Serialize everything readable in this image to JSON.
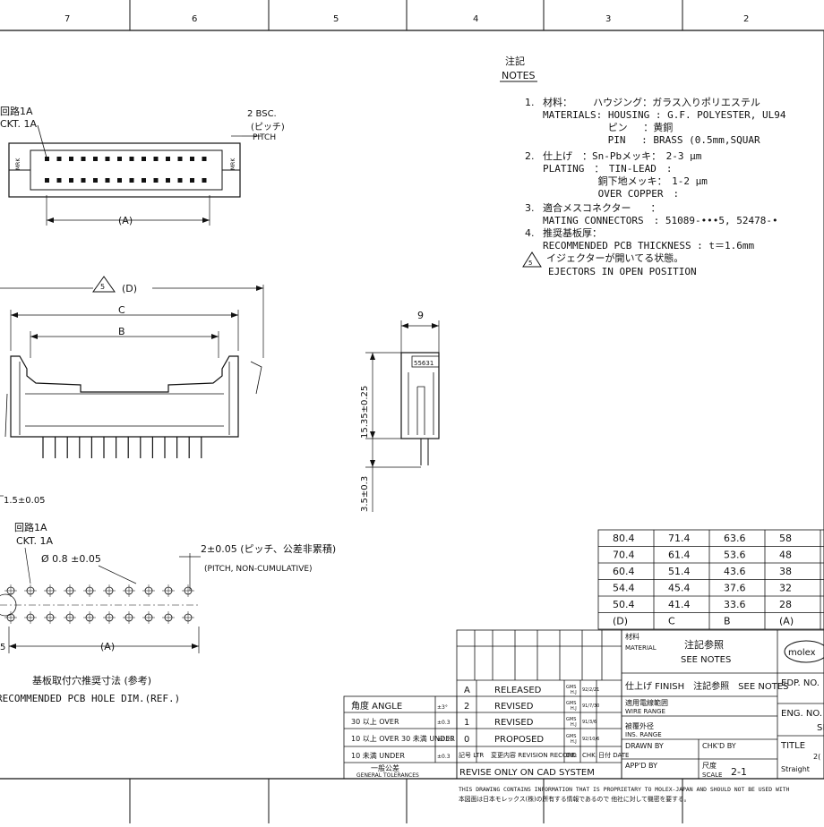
{
  "border": {
    "top_zones": [
      "7",
      "6",
      "5",
      "4",
      "3",
      "2"
    ]
  },
  "notes": {
    "title_jp": "注記",
    "title_en": "NOTES",
    "items": [
      {
        "num": "1.",
        "lines": [
          "材料：　　 ハウジング：ガラス入りポリエステル",
          "MATERIALS: HOUSING : G.F. POLYESTER, UL94",
          "　　　　　　 ピン　 ：黄銅",
          "　　　　　　 PIN　 : BRASS (0.5mm,SQUAR"
        ]
      },
      {
        "num": "2.",
        "lines": [
          "仕上げ　：Sn-Pbメッキ：　2-3 μm",
          "PLATING　：　TIN-LEAD　:",
          "　　　　　 銅下地メッキ：　1-2 μm",
          "　　　　　 OVER COPPER　:"
        ]
      },
      {
        "num": "3.",
        "lines": [
          "適合メスコネクター　　：",
          "MATING CONNECTORS　: 51089-•••5, 52478-•"
        ]
      },
      {
        "num": "4.",
        "lines": [
          "推奨基板厚：",
          "RECOMMENDED PCB THICKNESS : t＝1.6mm"
        ]
      }
    ],
    "ejector_note_num": "5",
    "ejector_lines": [
      "イジェクターが開いてる状態。",
      "EJECTORS IN OPEN POSITION"
    ]
  },
  "top_view": {
    "circuit_jp": "回路1A",
    "circuit_en": "CKT. 1A",
    "pitch_value": "2 BSC.",
    "pitch_jp": "(ピッチ)",
    "pitch_en": "PITCH",
    "dim_a": "(A)",
    "side_mark_left": "MRK",
    "side_mark_right": "MRK"
  },
  "front_view": {
    "note_ref": "5",
    "dim_d": "(D)",
    "dim_c": "C",
    "dim_b": "B",
    "pin_count": 14
  },
  "side_view": {
    "width": "9",
    "height": "15.35±0.25",
    "tail": "3.5±0.3",
    "label": "55631"
  },
  "pcb_view": {
    "top_dim": "1.5±0.05",
    "circuit_jp": "回路1A",
    "circuit_en": "CKT. 1A",
    "hole": "Ø 0.8 ±0.05",
    "pitch_jp": "2±0.05 (ピッチ、公差非累積)",
    "pitch_en": "(PITCH, NON-CUMULATIVE)",
    "dim_a": "(A)",
    "left_dim": "5",
    "caption_jp": "基板取付穴推奨寸法 (参考)",
    "caption_en": "RECOMMENDED PCB HOLE DIM.(REF.)"
  },
  "dim_table": {
    "rows": [
      [
        "80.4",
        "71.4",
        "63.6",
        "58"
      ],
      [
        "70.4",
        "61.4",
        "53.6",
        "48"
      ],
      [
        "60.4",
        "51.4",
        "43.6",
        "38"
      ],
      [
        "54.4",
        "45.4",
        "37.6",
        "32"
      ],
      [
        "50.4",
        "41.4",
        "33.6",
        "28"
      ]
    ],
    "header": [
      "(D)",
      "C",
      "B",
      "(A)"
    ]
  },
  "tolerances": {
    "angle_label": "角度 ANGLE",
    "angle_val": "±3°",
    "rows": [
      {
        "label": "30 以上 OVER",
        "val": "±0.3"
      },
      {
        "label": "10 以上 OVER 30 未満 UNDER",
        "val": "±0.25"
      },
      {
        "label": "10 未満 UNDER",
        "val": "±0.3"
      }
    ],
    "general_jp": "一般公差",
    "general_en": "GENERAL TOLERANCES"
  },
  "revisions": {
    "rows": [
      {
        "ltr": "A",
        "desc": "RELEASED",
        "by": "GMS",
        "chk": "H.J",
        "date": "92/2/21"
      },
      {
        "ltr": "2",
        "desc": "REVISED",
        "by": "GMS",
        "chk": "H.J",
        "date": "91/7/30"
      },
      {
        "ltr": "1",
        "desc": "REVISED",
        "by": "GMS",
        "chk": "H.J",
        "date": "91/3/6"
      },
      {
        "ltr": "0",
        "desc": "PROPOSED",
        "by": "GMS",
        "chk": "H.J",
        "date": "92/10/6"
      }
    ],
    "hdr_ltr": "記号 LTR",
    "hdr_record": "変更内容 REVISION RECORD",
    "hdr_by": "DR.",
    "hdr_chk": "CHK.",
    "hdr_date": "日付 DATE",
    "cad_note": "REVISE ONLY ON CAD SYSTEM"
  },
  "title_block": {
    "material_jp": "材料",
    "material_en": "MATERIAL",
    "material_val_jp": "注記参照",
    "material_val_en": "SEE NOTES",
    "finish": "仕上げ FINISH　注記参照　SEE NOTES",
    "wire_jp": "適用電線範囲",
    "wire_en": "WIRE RANGE",
    "ins_jp": "被覆外径",
    "ins_en": "INS. RANGE",
    "drawn_by": "DRAWN BY",
    "chkd_by": "CHK'D BY",
    "appd_by": "APP'D BY",
    "scale_jp": "尺度",
    "scale_en": "SCALE",
    "scale_val": "2-1",
    "brand": "molex",
    "edp": "EDP. NO.",
    "eng": "ENG. NO.",
    "eng_val": "SD",
    "title": "TITLE",
    "title_val_1": "2(",
    "title_val_2": "Straight"
  },
  "footer": {
    "line1": "THIS DRAWING CONTAINS INFORMATION THAT IS PROPRIETARY TO MOLEX-JAPAN AND SHOULD NOT BE USED WITH",
    "line2": "本図面は日本モレックス(株)の所有する情報であるので 他社に対して機密を要する。"
  }
}
